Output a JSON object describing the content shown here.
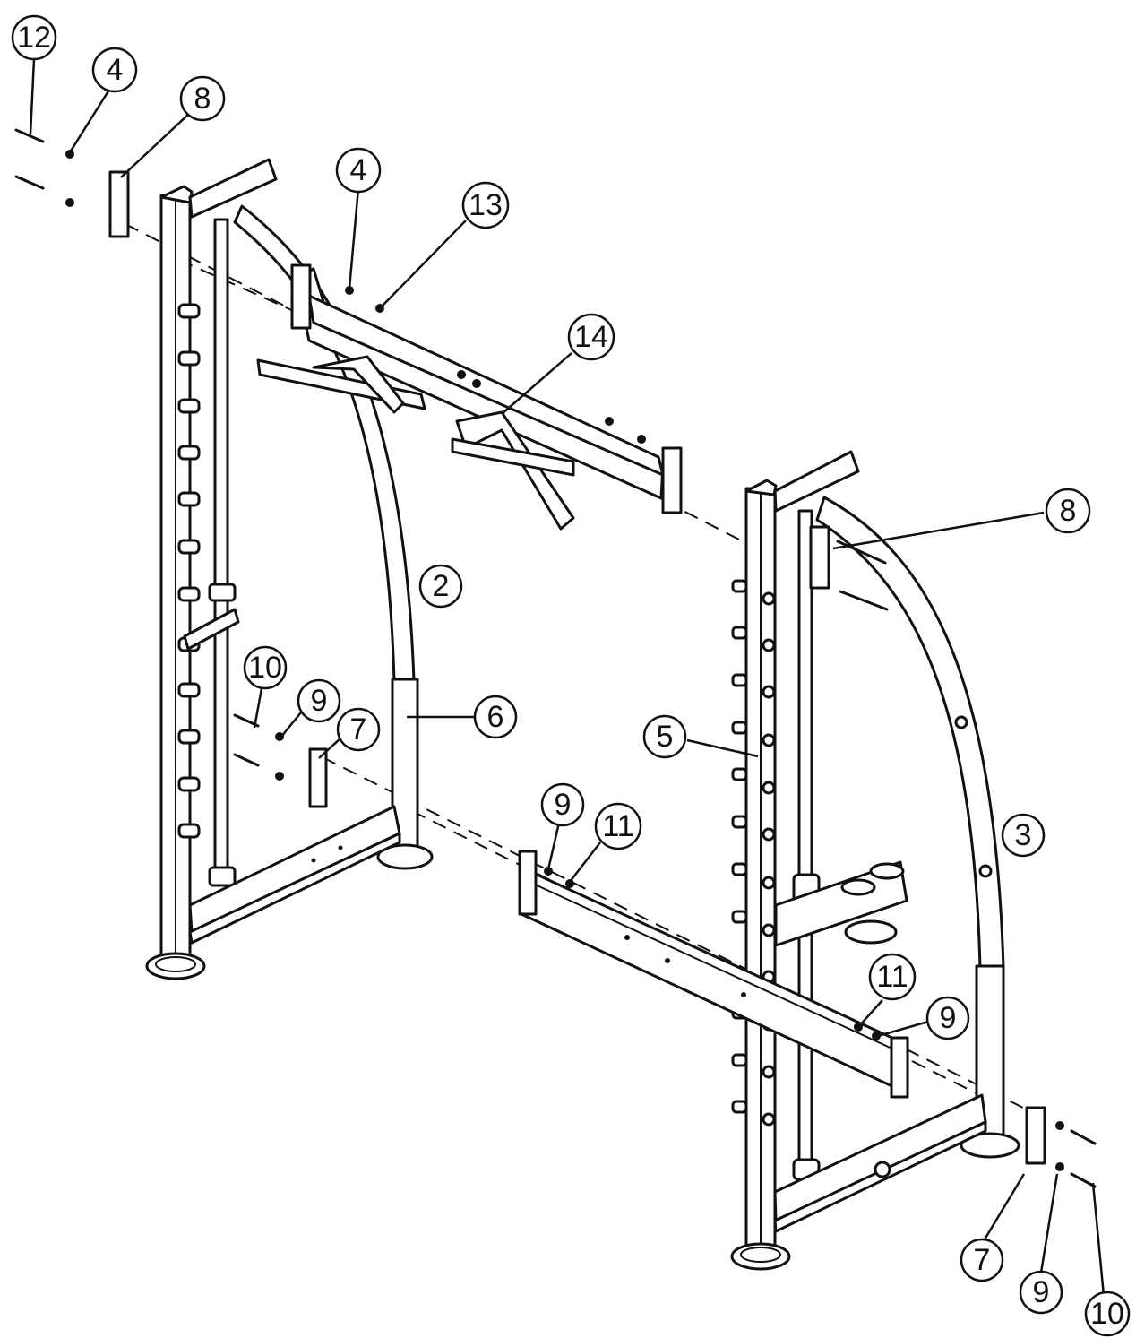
{
  "callouts": [
    {
      "id": "c12a",
      "label": "12"
    },
    {
      "id": "c4a",
      "label": "4"
    },
    {
      "id": "c8a",
      "label": "8"
    },
    {
      "id": "c4b",
      "label": "4"
    },
    {
      "id": "c13",
      "label": "13"
    },
    {
      "id": "c14",
      "label": "14"
    },
    {
      "id": "c8b",
      "label": "8"
    },
    {
      "id": "c2",
      "label": "2"
    },
    {
      "id": "c10a",
      "label": "10"
    },
    {
      "id": "c9a",
      "label": "9"
    },
    {
      "id": "c7a",
      "label": "7"
    },
    {
      "id": "c6",
      "label": "6"
    },
    {
      "id": "c5",
      "label": "5"
    },
    {
      "id": "c9b",
      "label": "9"
    },
    {
      "id": "c11a",
      "label": "11"
    },
    {
      "id": "c3",
      "label": "3"
    },
    {
      "id": "c11b",
      "label": "11"
    },
    {
      "id": "c9c",
      "label": "9"
    },
    {
      "id": "c7b",
      "label": "7"
    },
    {
      "id": "c9d",
      "label": "9"
    },
    {
      "id": "c10b",
      "label": "10"
    }
  ],
  "colors": {
    "line": "#111111",
    "background": "#ffffff"
  }
}
